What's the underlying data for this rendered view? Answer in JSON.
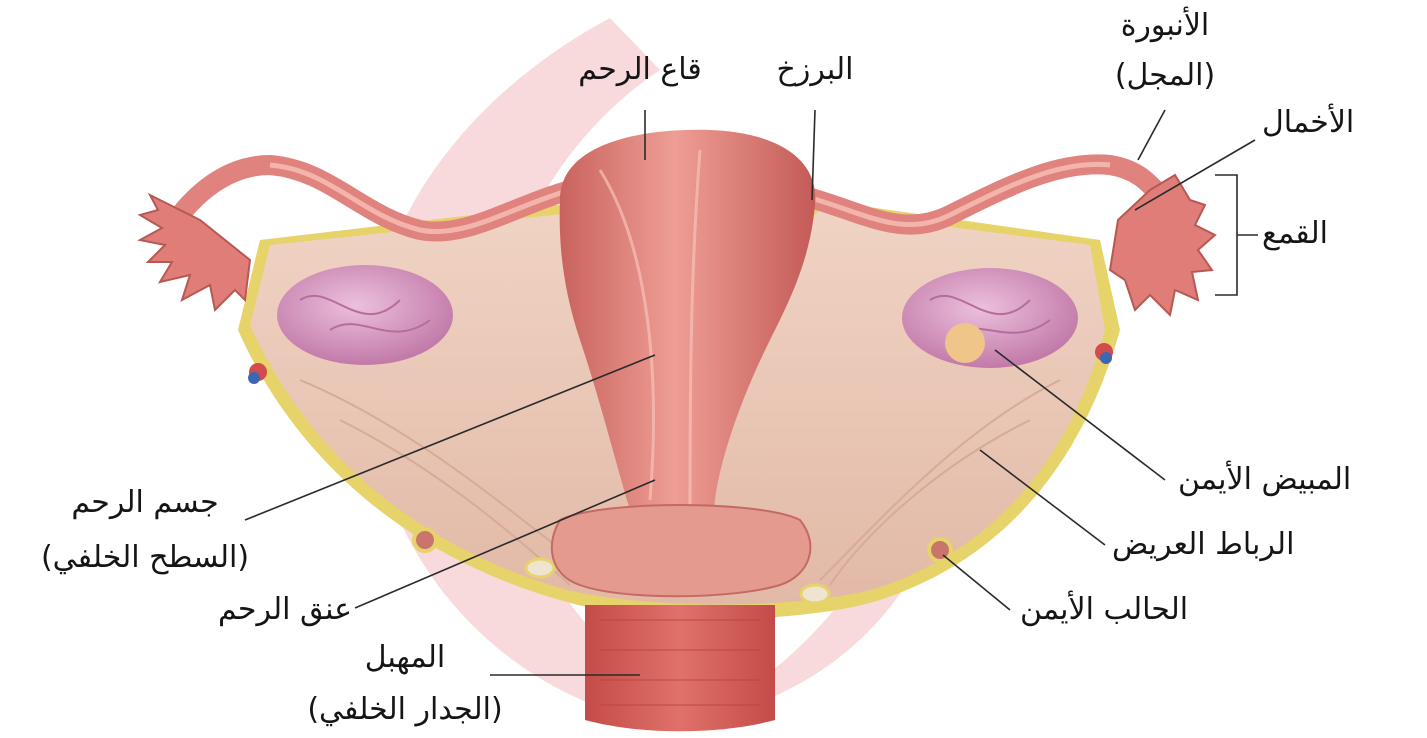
{
  "colors": {
    "background": "#ffffff",
    "watermark": "#f4c9cd",
    "uterus": "#d9766f",
    "tube": "#e0827d",
    "ovary": "#d79bc2",
    "ligament": "#e8c8b8",
    "fat_edge": "#e6d36a",
    "vagina": "#d65a55",
    "leader_line": "#2a2a2a",
    "text": "#151515"
  },
  "labels": {
    "fundus": "قاع الرحم",
    "isthmus": "البرزخ",
    "tube_line1": "الأنبورة",
    "tube_line2": "(المجل)",
    "fimbriae": "الأخمال",
    "infundibulum": "القمع",
    "right_ovary": "المبيض الأيمن",
    "broad_ligament": "الرباط العريض",
    "right_ureter": "الحالب الأيمن",
    "body_line1": "جسم الرحم",
    "body_line2": "(السطح الخلفي)",
    "cervix": "عنق الرحم",
    "vagina_line1": "المهبل",
    "vagina_line2": "(الجدار الخلفي)"
  }
}
